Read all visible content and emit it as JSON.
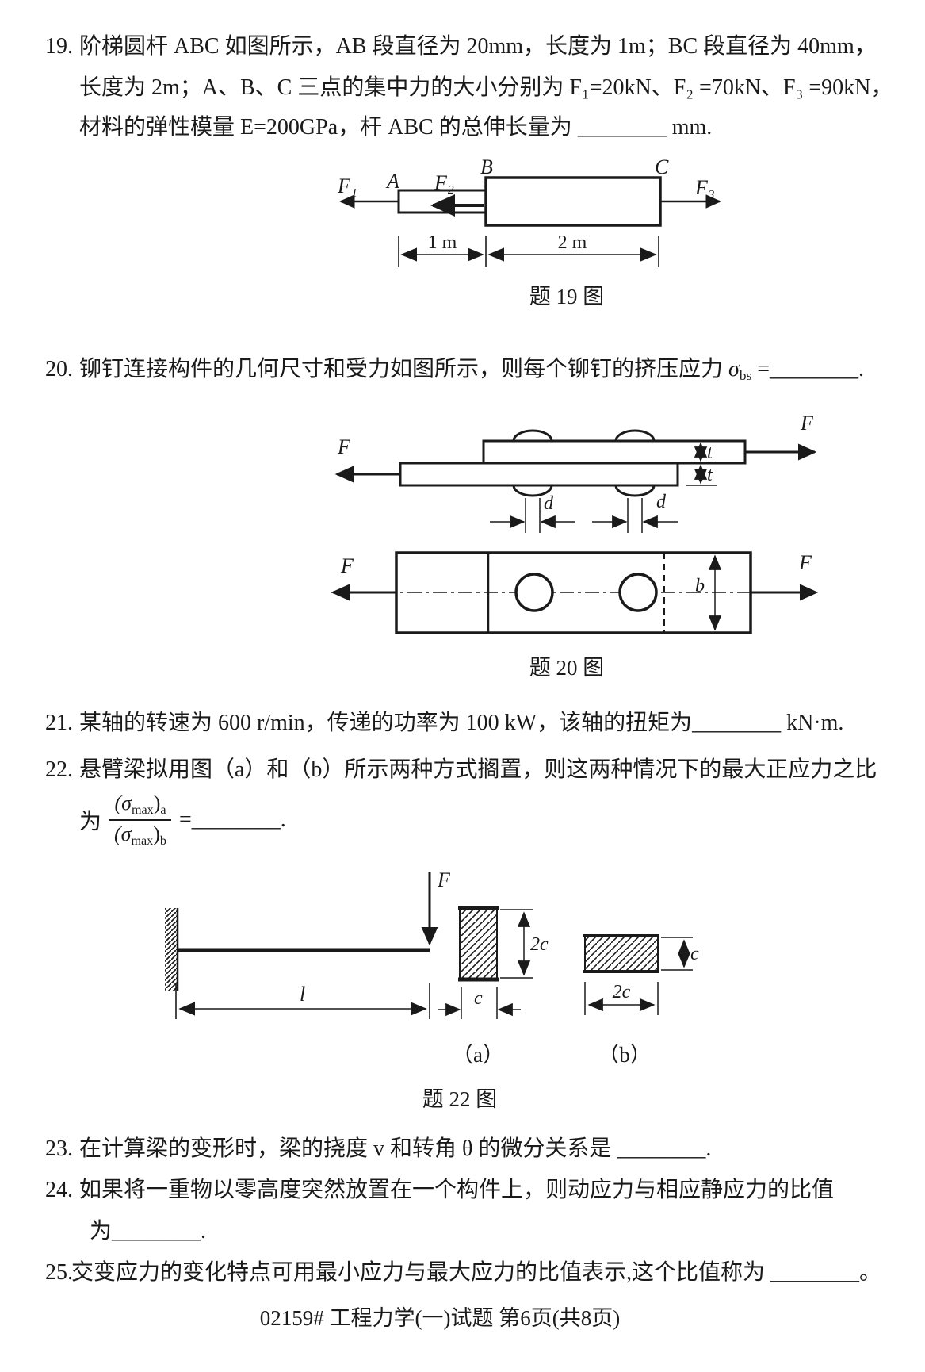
{
  "colors": {
    "ink": "#1a1a1a",
    "bg": "#ffffff"
  },
  "q19": {
    "no": "19.",
    "line1": "阶梯圆杆 ABC 如图所示，AB 段直径为 20mm，长度为 1m；BC 段直径为 40mm，",
    "line2": "长度为 2m；A、B、C 三点的集中力的大小分别为 F₁=20kN、F₂ =70kN、F₃ =90kN，",
    "line3": "材料的弹性模量 E=200GPa，杆 ABC 的总伸长量为 ________ mm.",
    "fig": {
      "F1": "F₁",
      "A": "A",
      "F2": "F₂",
      "B": "B",
      "C": "C",
      "F3": "F₃",
      "dimAB": "1 m",
      "dimBC": "2 m",
      "caption": "题 19 图"
    }
  },
  "q20": {
    "no": "20.",
    "pre": "铆钉连接构件的几何尺寸和受力如图所示，则每个铆钉的挤压应力 ",
    "sigma": "σ",
    "sigma_sub": "bs",
    "post": " =________.",
    "fig": {
      "F_side_left": "F",
      "F_side_right": "F",
      "t1": "t",
      "t2": "t",
      "d1": "d",
      "d2": "d",
      "F_plan_left": "F",
      "F_plan_right": "F",
      "b": "b",
      "caption": "题 20 图"
    }
  },
  "q21": {
    "no": "21.",
    "text": "某轴的转速为 600 r/min，传递的功率为 100 kW，该轴的扭矩为________ kN·m."
  },
  "q22": {
    "no": "22.",
    "line1": "悬臂梁拟用图（a）和（b）所示两种方式搁置，则这两种情况下的最大正应力之比",
    "formula": {
      "prefix": "为",
      "sigma_open": "(σ",
      "sub_max": "max",
      "close": ")",
      "sub_a": "a",
      "sub_b": "b",
      "equals": "=",
      "blank": "________",
      "period": "."
    },
    "fig": {
      "F": "F",
      "l": "l",
      "two_c_a": "2c",
      "c_a": "c",
      "c_b": "c",
      "two_c_b": "2c",
      "label_a": "（a）",
      "label_b": "（b）",
      "caption": "题 22 图"
    }
  },
  "q23": {
    "no": "23.",
    "text": "在计算梁的变形时，梁的挠度 v 和转角 θ 的微分关系是 ________."
  },
  "q24": {
    "no": "24.",
    "line1": "如果将一重物以零高度突然放置在一个构件上，则动应力与相应静应力的比值",
    "line2": "为________."
  },
  "q25": {
    "no": "25.",
    "text": "交变应力的变化特点可用最小应力与最大应力的比值表示,这个比值称为 ________。"
  },
  "footer": {
    "text": "02159# 工程力学(一)试题 第6页(共8页)"
  }
}
